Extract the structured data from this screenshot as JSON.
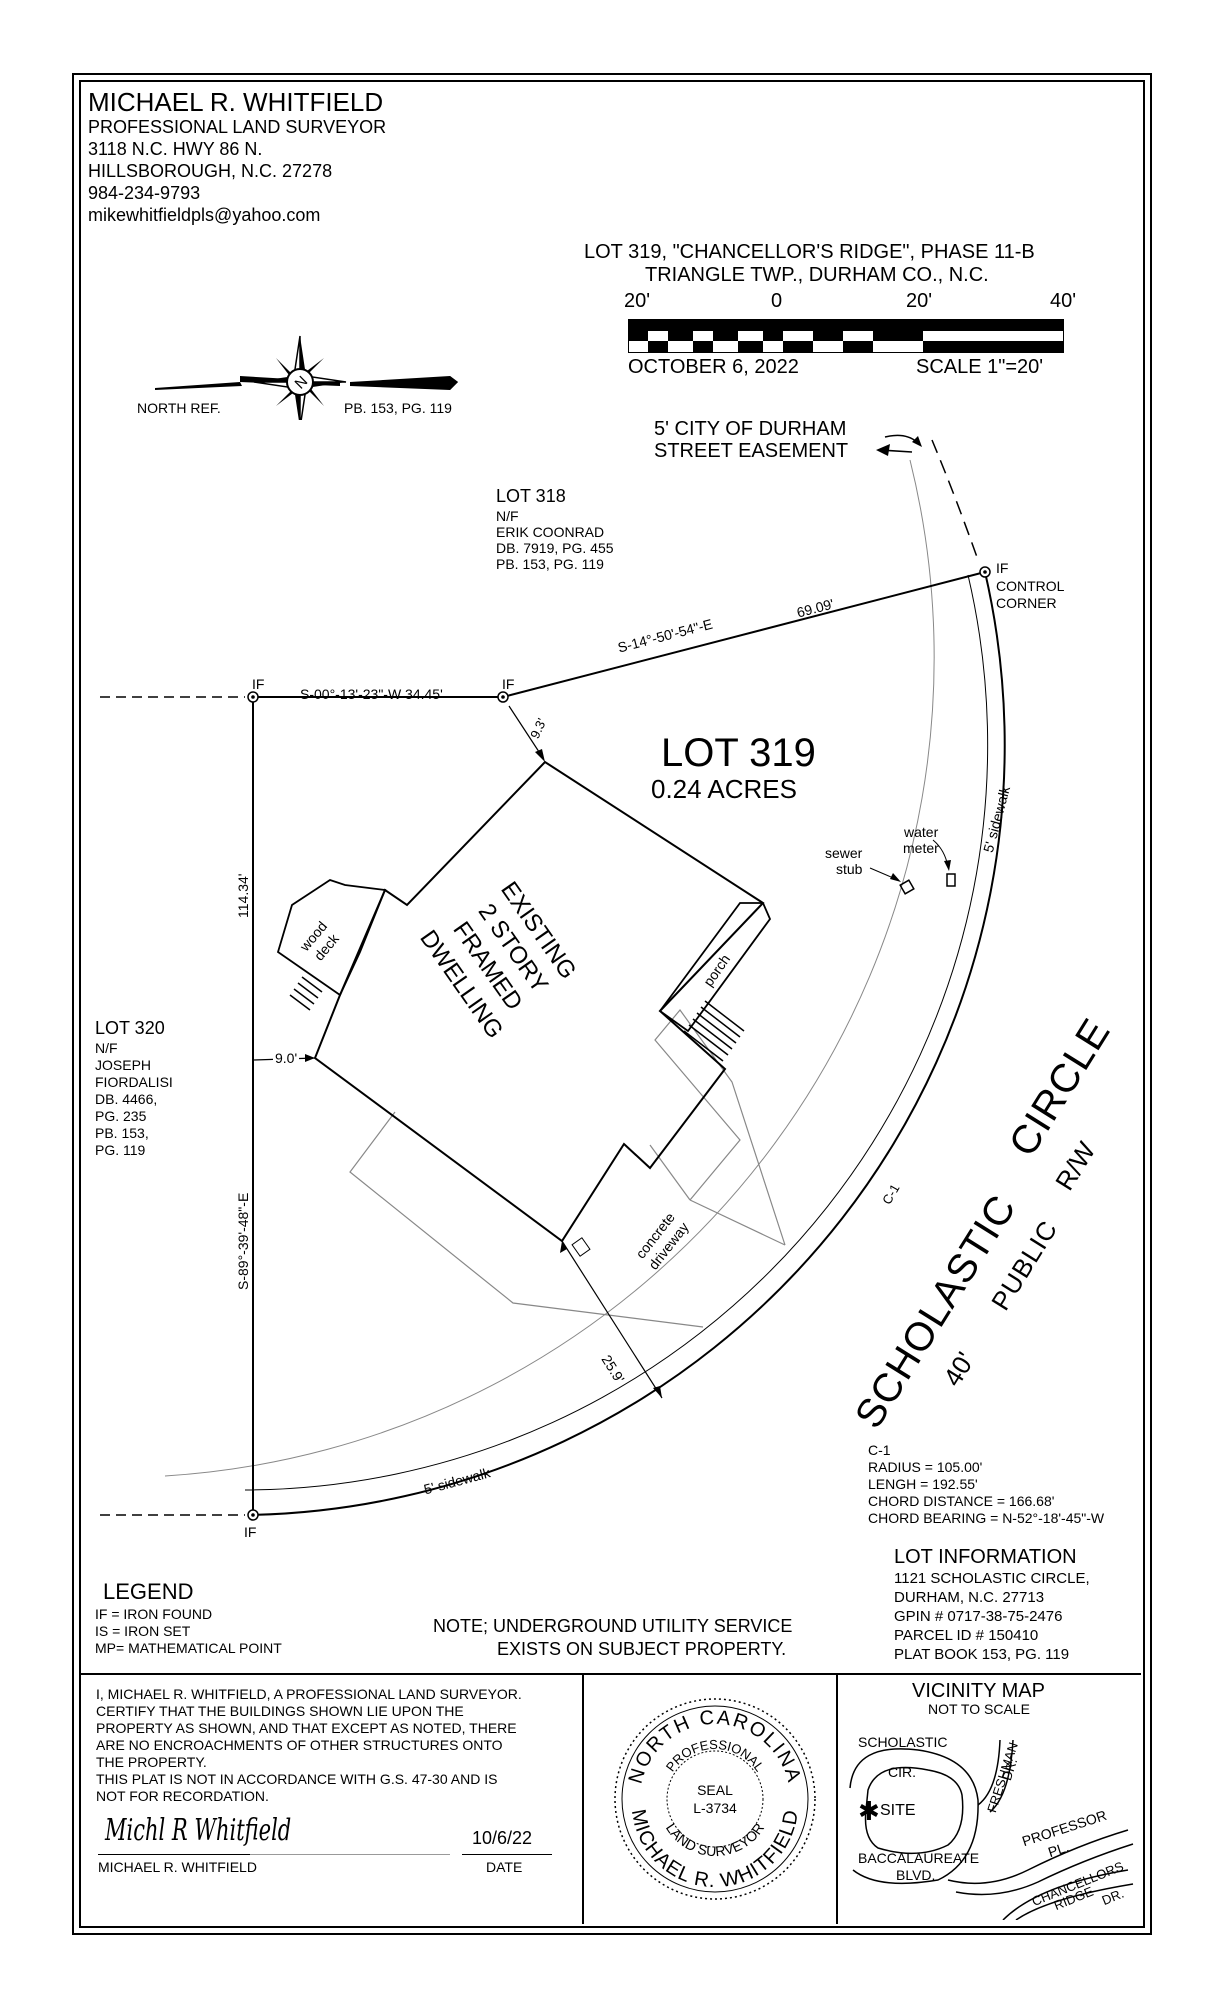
{
  "surveyor": {
    "name": "MICHAEL R. WHITFIELD",
    "title": "PROFESSIONAL LAND SURVEYOR",
    "address1": "3118 N.C. HWY 86 N.",
    "address2": "HILLSBOROUGH, N.C.  27278",
    "phone": "984-234-9793",
    "email": "mikewhitfieldpls@yahoo.com"
  },
  "plat_title": {
    "line1": "LOT 319, \"CHANCELLOR'S RIDGE\", PHASE 11-B",
    "line2": "TRIANGLE TWP., DURHAM CO., N.C."
  },
  "scale_bar": {
    "labels": [
      "20'",
      "0",
      "20'",
      "40'"
    ],
    "date": "OCTOBER 6, 2022",
    "scale": "SCALE 1\"=20'"
  },
  "north_arrow": {
    "label": "NORTH  REF.",
    "reference": "PB. 153, PG. 119",
    "letter": "N"
  },
  "easement": {
    "line1": "5' CITY OF DURHAM",
    "line2": "STREET EASEMENT"
  },
  "lot318": {
    "title": "LOT 318",
    "nf": "N/F",
    "owner": "ERIK COONRAD",
    "deed": "DB. 7919, PG. 455",
    "plat": "PB. 153, PG. 119"
  },
  "lot320": {
    "title": "LOT 320",
    "nf": "N/F",
    "owner1": "JOSEPH",
    "owner2": "FIORDALISI",
    "deed1": "DB. 4466,",
    "deed2": "PG. 235",
    "plat1": "PB. 153,",
    "plat2": "PG. 119"
  },
  "lot319": {
    "title": "LOT 319",
    "acres": "0.24 ACRES"
  },
  "control": {
    "if": "IF",
    "line1": "CONTROL",
    "line2": "CORNER"
  },
  "corner_labels": {
    "if_top_left": "IF",
    "if_top_mid": "IF",
    "if_bottom": "IF"
  },
  "bearings": {
    "north_line": "S-00°-13'-23\"-W   34.45'",
    "ne_line_bearing": "S-14°-50'-54\"-E",
    "ne_line_dist": "69.09'",
    "west_line_bearing": "S-89°-39'-48\"-E",
    "west_line_dist": "114.34'",
    "curve_label": "C-1"
  },
  "dimensions": {
    "setback_top": "9.3'",
    "setback_side": "9.0'",
    "setback_front": "25.9'"
  },
  "dwelling": {
    "line1": "EXISTING",
    "line2": "2 STORY",
    "line3": "FRAMED",
    "line4": "DWELLING"
  },
  "features": {
    "deck1": "wood",
    "deck2": "deck",
    "porch": "porch",
    "driveway1": "concrete",
    "driveway2": "driveway",
    "sidewalk_side": "5'    sidewalk",
    "sidewalk_bottom": "5'    sidewalk",
    "water1": "water",
    "water2": "meter",
    "sewer1": "sewer",
    "sewer2": "stub"
  },
  "street": {
    "name1": "SCHOLASTIC",
    "name2": "CIRCLE",
    "rw1": "40'",
    "rw2": "PUBLIC",
    "rw3": "R/W"
  },
  "curve_table": {
    "name": "C-1",
    "radius": "RADIUS = 105.00'",
    "length": "LENGH = 192.55'",
    "chord": "CHORD DISTANCE = 166.68'",
    "bearing": "CHORD BEARING = N-52°-18'-45\"-W"
  },
  "legend": {
    "title": "LEGEND",
    "items": [
      "IF  =  IRON FOUND",
      "IS  =  IRON SET",
      "MP=  MATHEMATICAL POINT"
    ]
  },
  "note": {
    "line1": "NOTE; UNDERGROUND UTILITY SERVICE",
    "line2": "EXISTS ON SUBJECT PROPERTY."
  },
  "lot_info": {
    "title": "LOT INFORMATION",
    "address": "1121 SCHOLASTIC CIRCLE,",
    "city": "DURHAM, N.C.  27713",
    "gpin": "GPIN # 0717-38-75-2476",
    "parcel": "PARCEL ID # 150410",
    "plat": "PLAT BOOK 153, PG. 119"
  },
  "certification": {
    "lines": [
      "I, MICHAEL R. WHITFIELD, A PROFESSIONAL LAND SURVEYOR.",
      "CERTIFY THAT THE BUILDINGS SHOWN LIE UPON THE",
      "PROPERTY AS SHOWN, AND THAT EXCEPT AS NOTED, THERE",
      "ARE NO ENCROACHMENTS OF OTHER STRUCTURES ONTO",
      "THE PROPERTY.",
      "THIS PLAT IS NOT IN ACCORDANCE WITH G.S. 47-30 AND IS",
      "NOT FOR RECORDATION."
    ],
    "signature": "Michl R Whitfield",
    "date": "10/6/22",
    "name_caption": "MICHAEL R. WHITFIELD",
    "date_caption": "DATE"
  },
  "seal": {
    "top": "NORTH  CAROLINA",
    "professional": "PROFESSIONAL",
    "center1": "SEAL",
    "center2": "L-3734",
    "land": "LAND SURVEYOR",
    "bottom": "MICHAEL R. WHITFIELD"
  },
  "vicinity": {
    "title": "VICINITY MAP",
    "subtitle": "NOT TO SCALE",
    "scholastic": "SCHOLASTIC",
    "cir": "CIR.",
    "site": "SITE",
    "freshman": "FRESHMAN",
    "freshman_dr": "DR.",
    "professor": "PROFESSOR",
    "professor_pl": "PL.",
    "baccalaureate": "BACCALAUREATE",
    "blvd": "BLVD.",
    "chancellors": "CHANCELLORS",
    "ridge": "RIDGE",
    "ridge_dr": "DR."
  }
}
